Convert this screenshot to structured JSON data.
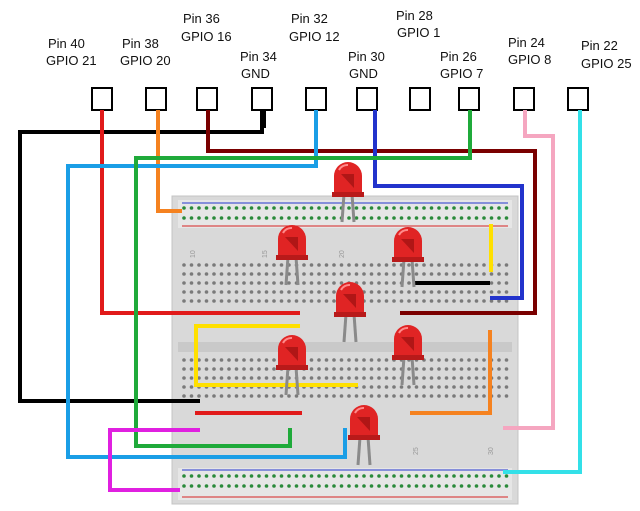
{
  "pins": [
    {
      "pin": "Pin 40",
      "gpio": "GPIO 21"
    },
    {
      "pin": "Pin 38",
      "gpio": "GPIO 20"
    },
    {
      "pin": "Pin 36",
      "gpio": "GPIO 16"
    },
    {
      "pin": "Pin 34",
      "gpio": "GND"
    },
    {
      "pin": "Pin 32",
      "gpio": "GPIO 12"
    },
    {
      "pin": "Pin 30",
      "gpio": "GND"
    },
    {
      "pin": "Pin 28",
      "gpio": "GPIO 1"
    },
    {
      "pin": "Pin 26",
      "gpio": "GPIO 7"
    },
    {
      "pin": "Pin 24",
      "gpio": "GPIO 8"
    },
    {
      "pin": "Pin 22",
      "gpio": "GPIO 25"
    }
  ],
  "breadboard": {
    "column_numbers": [
      "10",
      "15",
      "20",
      "25",
      "30"
    ]
  },
  "colors": {
    "black": "#000000",
    "red": "#e11a1a",
    "orange": "#f58220",
    "darkred": "#7a0000",
    "blue": "#1a9ee6",
    "navy": "#2233cc",
    "green": "#1faa3a",
    "pink": "#f5a6c0",
    "cyan": "#33e0e8",
    "magenta": "#e020e0",
    "yellow": "#ffe000",
    "led": "#e02424",
    "board": "#d8d8d8"
  }
}
